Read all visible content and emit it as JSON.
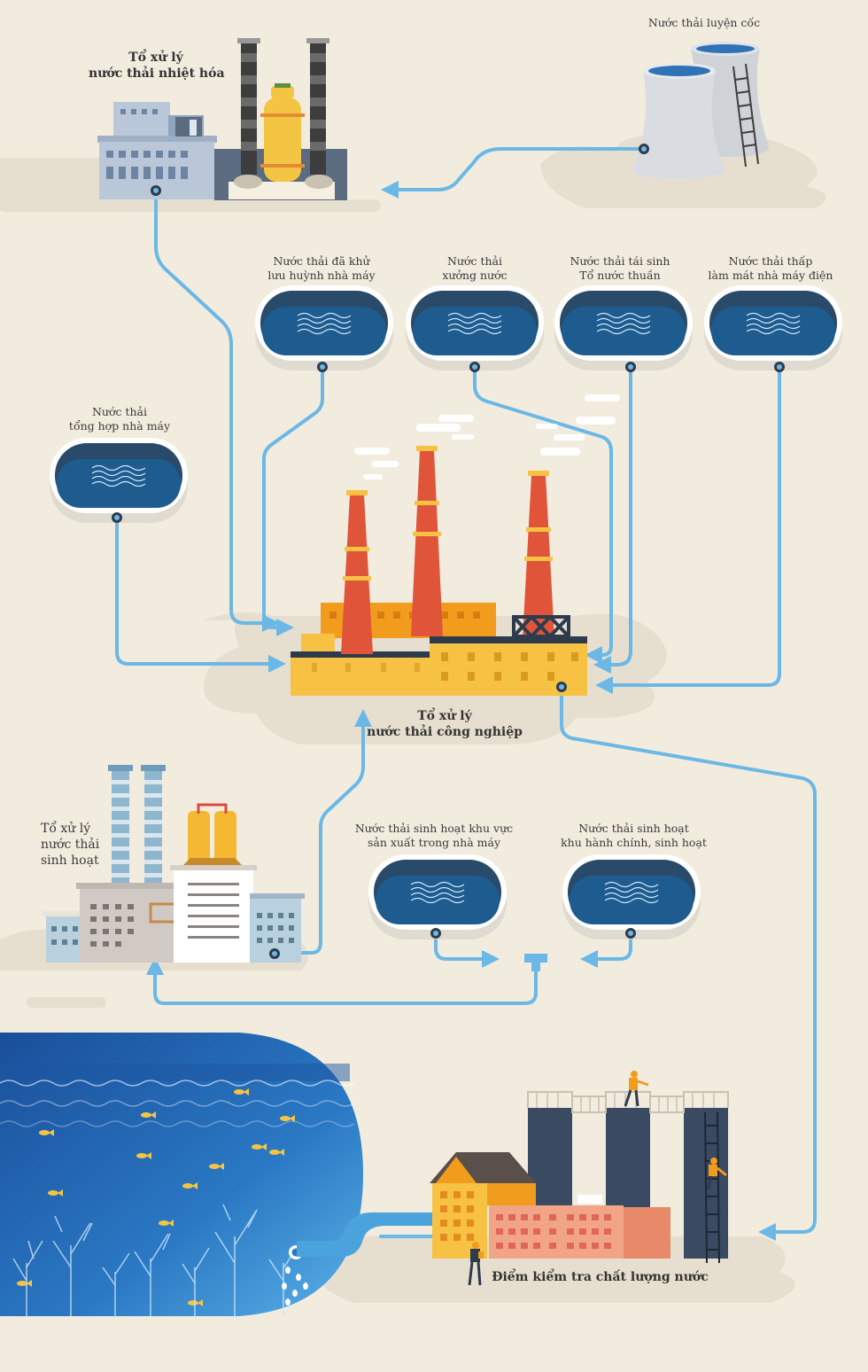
{
  "labels": {
    "coking_wastewater": "Nước thải luyện cốc",
    "thermal_plant": [
      "Tổ xử lý",
      "nước thải nhiệt hóa"
    ],
    "tank_desulfur": [
      "Nước thải đã khử",
      "lưu huỳnh nhà máy"
    ],
    "tank_water_workshop": [
      "Nước thải",
      "xưởng nước"
    ],
    "tank_regenerate": [
      "Nước thải tái sinh",
      "Tổ nước thuần"
    ],
    "tank_cooling": [
      "Nước thải thấp",
      "làm mát nhà máy điện"
    ],
    "tank_general": [
      "Nước thải",
      "tổng hợp nhà máy"
    ],
    "industrial_plant": [
      "Tổ xử lý",
      "nước thải công nghiệp"
    ],
    "domestic_plant": [
      "Tổ xử lý",
      "nước thải",
      "sinh hoạt"
    ],
    "tank_domestic_production": [
      "Nước thải sinh hoạt khu vực",
      "sản xuất trong nhà máy"
    ],
    "tank_domestic_admin": [
      "Nước thải sinh hoạt",
      "khu hành chính, sinh hoạt"
    ],
    "checkpoint": "Điểm kiểm tra chất lượng nước"
  },
  "colors": {
    "background": "#f2ecdf",
    "pipe": "#6bb8e6",
    "tank_water": "#1e5b8f",
    "chimney": "#e0553a",
    "factory_yellow": "#f7c244",
    "sea": "#1f63ae"
  },
  "icons": [
    "cooling-tower-icon",
    "tank-icon",
    "chimney-icon",
    "fish-icon",
    "coral-icon",
    "worker-icon",
    "ladder-icon",
    "silo-icon"
  ]
}
